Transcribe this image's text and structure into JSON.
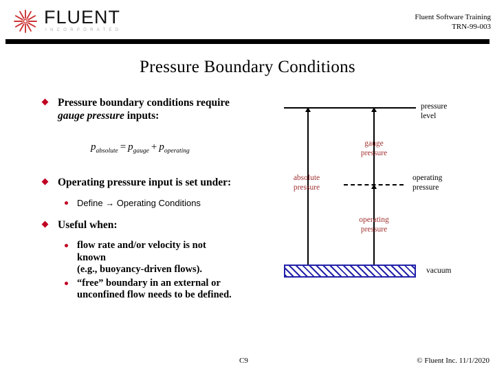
{
  "header": {
    "logo_word": "FLUENT",
    "logo_sub": "INCORPORATED",
    "logo_color": "#cc3333",
    "training_line1": "Fluent Software Training",
    "training_line2": "TRN-99-003"
  },
  "title": "Pressure Boundary Conditions",
  "body": {
    "bullet1_line1": "Pressure boundary conditions require",
    "bullet1_italic": "gauge pressure",
    "bullet1_tail": " inputs:",
    "equation": {
      "lhs_base": "p",
      "lhs_sub": "absolute",
      "eq": "=",
      "t1_base": "p",
      "t1_sub": "gauge",
      "plus": "+",
      "t2_base": "p",
      "t2_sub": "operating"
    },
    "bullet2": "Operating pressure input is set under:",
    "bullet2_sub": "Define ® Operating Conditions",
    "bullet2_sub_text": "Define → Operating Conditions",
    "bullet3": "Useful when:",
    "bullet3_sub1_line1": "flow rate and/or velocity is not",
    "bullet3_sub1_line2": "known",
    "bullet3_sub1_line3": "(e.g., buoyancy-driven flows).",
    "bullet3_sub2_line1": "“free” boundary in an external or",
    "bullet3_sub2_line2": "unconfined flow needs to be defined."
  },
  "diagram": {
    "label_pressure_level_l1": "pressure",
    "label_pressure_level_l2": "level",
    "label_gauge_l1": "gauge",
    "label_gauge_l2": "pressure",
    "label_absolute_l1": "absolute",
    "label_absolute_l2": "pressure",
    "label_operating_right_l1": "operating",
    "label_operating_right_l2": "pressure",
    "label_operating_mid_l1": "operating",
    "label_operating_mid_l2": "pressure",
    "label_vacuum": "vacuum",
    "red_color": "#a03030",
    "vacuum_color": "#2222aa"
  },
  "footer": {
    "page": "C9",
    "copyright": "© Fluent Inc. 11/1/2020"
  }
}
